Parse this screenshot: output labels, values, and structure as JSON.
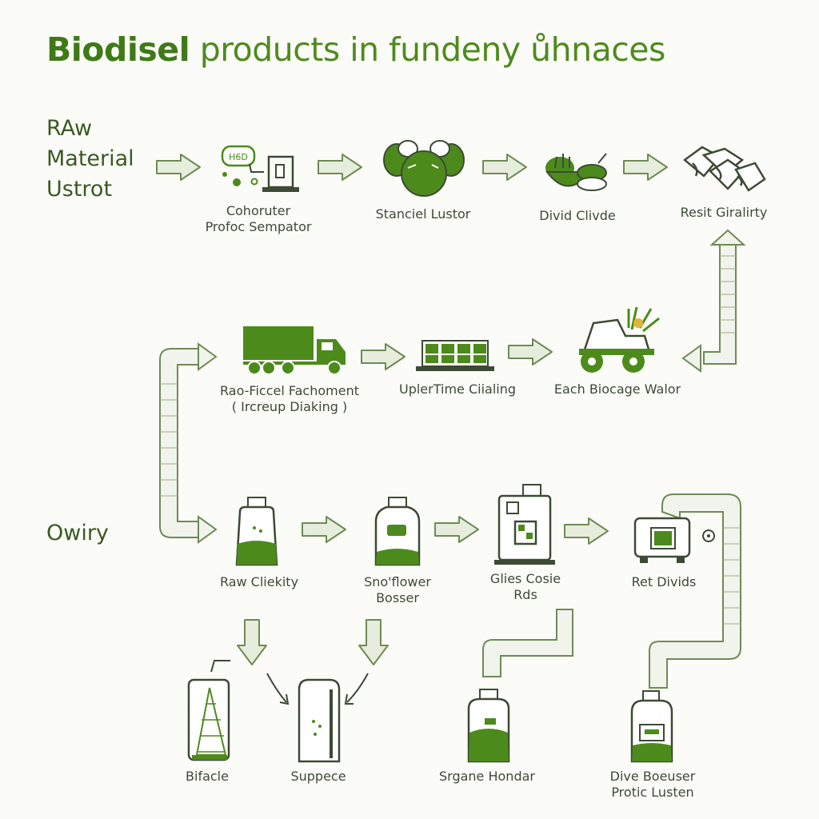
{
  "title": {
    "part1": "Biodisel",
    "part2": "products in fundeny ůhnaces"
  },
  "side_labels": {
    "top": [
      "RAw",
      "Material",
      "Ustrot"
    ],
    "bottom": "Owiry"
  },
  "row1": [
    {
      "lines": [
        "Cohoruter",
        "Profoc Sempator"
      ],
      "icon_text": "H6D"
    },
    {
      "lines": [
        "Stanciel Lustor"
      ]
    },
    {
      "lines": [
        "Divid Clivde"
      ]
    },
    {
      "lines": [
        "Resit Giralirty"
      ]
    }
  ],
  "row2": [
    {
      "lines": [
        "Rao-Ficcel Fachoment",
        "( Ircreup Diaking )"
      ]
    },
    {
      "lines": [
        "UplerTime Ciialing"
      ]
    },
    {
      "lines": [
        "Each Biocage Walor"
      ]
    }
  ],
  "row3": [
    {
      "lines": [
        "Raw Cliekity"
      ]
    },
    {
      "lines": [
        "Sno'flower",
        "Bosser"
      ]
    },
    {
      "lines": [
        "Glies Cosie",
        "Rds"
      ]
    },
    {
      "lines": [
        "Ret Divids"
      ]
    }
  ],
  "row4": [
    {
      "lines": [
        "Bifacle"
      ]
    },
    {
      "lines": [
        "Suppece"
      ]
    },
    {
      "lines": [
        "Srgane Hondar"
      ]
    },
    {
      "lines": [
        "Dive Boeuser",
        "Protic Lusten"
      ]
    }
  ],
  "colors": {
    "dark_green": "#4d8a1c",
    "line_green": "#6f8a55",
    "arrow_fill": "#e6eddc",
    "text": "#3d4a35"
  }
}
